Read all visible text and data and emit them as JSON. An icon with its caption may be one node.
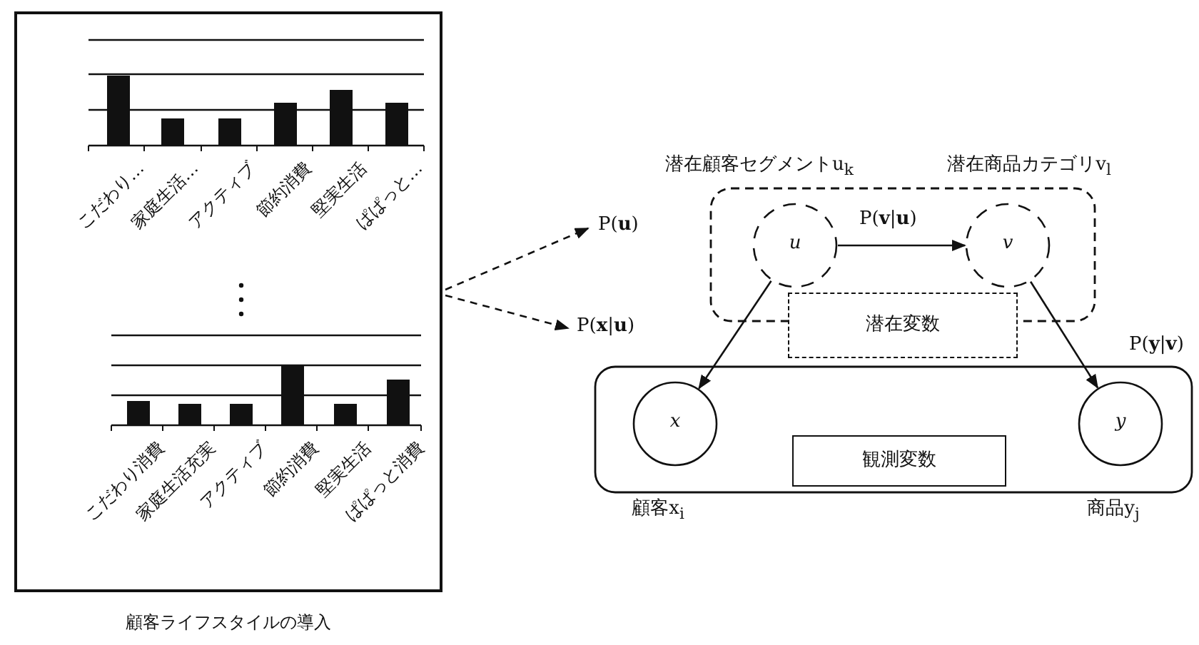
{
  "diagram": {
    "nodes": [
      {
        "text": [
          "顧客ライフスタイルの導入"
        ]
      },
      {
        "text": [],
        "shape": "box"
      },
      {
        "text": [
          "u"
        ],
        "beside": [
          "潜在顧客セグメントu$_{k}$"
        ],
        "in": 1
      },
      {
        "text": [
          "v"
        ],
        "beside": [
          "潜在商品カテゴリv$_{l}$"
        ],
        "in": 1
      },
      {
        "text": [
          "潜在変数"
        ]
      },
      {
        "text": [],
        "shape": "box"
      },
      {
        "text": [
          "x"
        ],
        "beside": [
          "顧客x$_{i}$"
        ],
        "in": 5
      },
      {
        "text": [
          "y"
        ],
        "beside": [
          "商品y$_{j}$"
        ],
        "in": 5
      },
      {
        "text": [
          "観測変数"
        ],
        "in": 5
      }
    ],
    "edges": [
      {
        "from": 0,
        "to": null,
        "arrow": "to",
        "style": "dashed",
        "label": "P(**u**)"
      },
      {
        "from": 0,
        "to": null,
        "arrow": "to",
        "style": "dashed",
        "label": "P(**x**|**u**)"
      },
      {
        "from": 2,
        "to": 3,
        "arrow": "to",
        "label": "P(**v**|**u**)"
      },
      {
        "from": 2,
        "to": 6,
        "arrow": "to"
      },
      {
        "from": 3,
        "to": 7,
        "arrow": "to",
        "label": "P(**y**|**v**)"
      }
    ],
    "labels": [
      "こだわり…",
      "家庭生活…",
      "アクティブ",
      "節約消費",
      "堅実生活",
      "ぱぱっと…",
      "こだわり消費",
      "家庭生活充実",
      "アクティブ",
      "節約消費",
      "堅実生活",
      "ぱぱっと消費"
    ]
  }
}
